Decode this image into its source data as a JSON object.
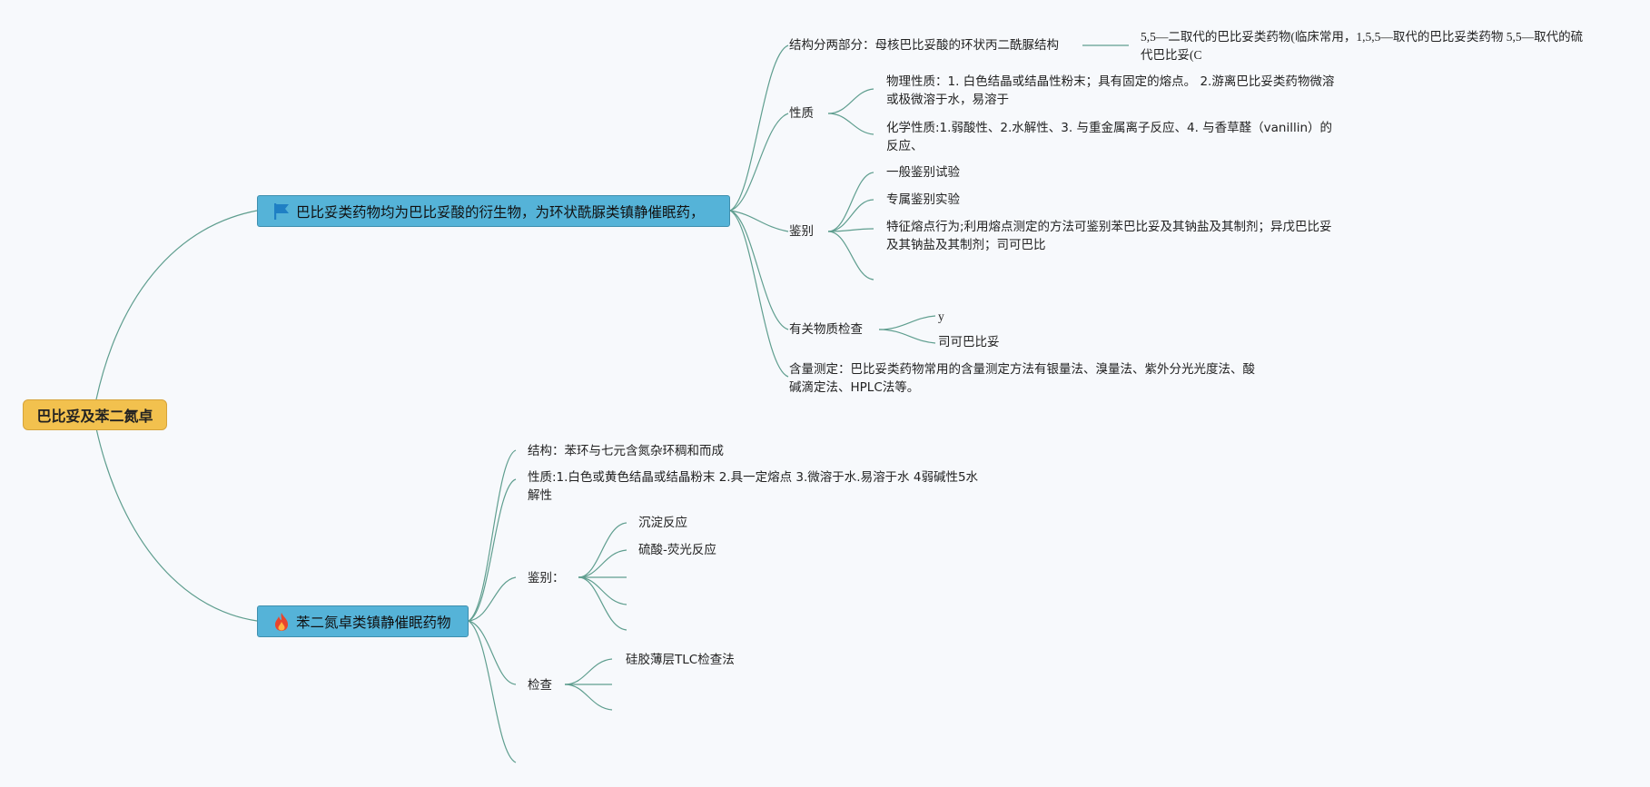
{
  "root": {
    "label": "巴比妥及苯二氮卓"
  },
  "barbiturate": {
    "label": "巴比妥类药物均为巴比妥酸的衍生物，为环状酰脲类镇静催眠药，",
    "structure": {
      "label": "结构分两部分：母核巴比妥酸的环状丙二酰脲结构",
      "child": "5,5—二取代的巴比妥类药物(临床常用，1,5,5—取代的巴比妥类药物 5,5—取代的硫代巴比妥(C"
    },
    "properties": {
      "label": "性质",
      "physical": "物理性质：1. 白色结晶或结晶性粉末；具有固定的熔点。 2.游离巴比妥类药物微溶或极微溶于水，易溶于",
      "chemical": "化学性质:1.弱酸性、2.水解性、3. 与重金属离子反应、4. 与香草醛（vanillin）的反应、"
    },
    "identification": {
      "label": "鉴别",
      "general": "一般鉴别试验",
      "specific": "专属鉴别实验",
      "melting": "特征熔点行为;利用熔点测定的方法可鉴别苯巴比妥及其钠盐及其制剂；异戊巴比妥及其钠盐及其制剂；司可巴比"
    },
    "impurity": {
      "label": "有关物质检查",
      "item1": "y",
      "item2": "司可巴比妥"
    },
    "assay": "含量测定：巴比妥类药物常用的含量测定方法有银量法、溴量法、紫外分光光度法、酸碱滴定法、HPLC法等。"
  },
  "benzodiazepine": {
    "label": "苯二氮卓类镇静催眠药物",
    "structure": "结构：苯环与七元含氮杂环稠和而成",
    "properties": "性质:1.白色或黄色结晶或结晶粉末 2.具一定熔点 3.微溶于水.易溶于水 4弱碱性5水解性",
    "identification": {
      "label": "鉴别：",
      "item1": "沉淀反应",
      "item2": "硫酸-荧光反应"
    },
    "check": {
      "label": "检查",
      "item1": "硅胶薄层TLC检查法"
    }
  },
  "colors": {
    "root": "#f2c14e",
    "branch": "#55b3d8",
    "link": "#5f9e8f",
    "flag": "#1f7fc4",
    "flame": "#e8452c"
  },
  "icons": {
    "barbiturate": "flag-icon",
    "benzodiazepine": "flame-icon"
  }
}
